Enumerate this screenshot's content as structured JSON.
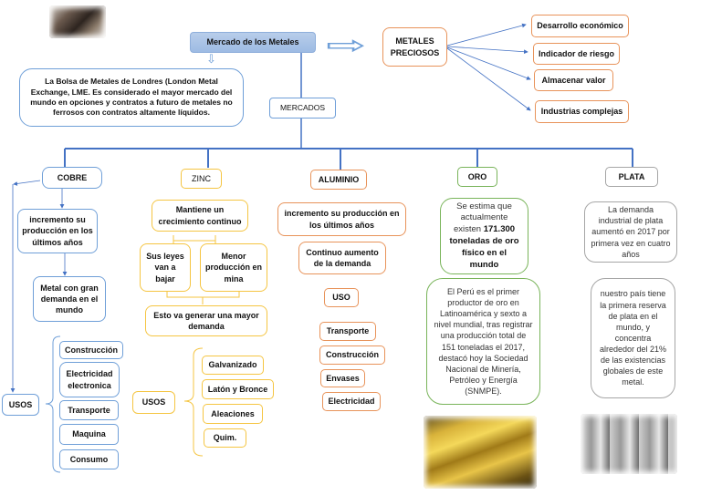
{
  "title": "Mercado de los Metales",
  "lme_description": "La Bolsa de Metales de Londres (London Metal Exchange, LME. Es considerado el mayor mercado del mundo en opciones y contratos a futuro de metales no ferrosos con contratos altamente líquidos.",
  "precious_metals": {
    "label": "METALES PRECIOSOS",
    "items": [
      "Desarrollo económico",
      "Indicador de riesgo",
      "Almacenar valor",
      "Industrias complejas"
    ]
  },
  "markets_label": "MERCADOS",
  "cobre": {
    "label": "COBRE",
    "fact1": "incremento su producción en los últimos años",
    "fact2": "Metal con gran demanda en el mundo",
    "uses_label": "USOS",
    "uses": [
      "Construcción",
      "Electricidad electronica",
      "Transporte",
      "Maquina",
      "Consumo"
    ]
  },
  "zinc": {
    "label": "ZINC",
    "fact1": "Mantiene un crecimiento continuo",
    "fact2a": "Sus leyes van a bajar",
    "fact2b": "Menor producción en mina",
    "fact3": "Esto va generar una mayor demanda",
    "uses_label": "USOS",
    "uses": [
      "Galvanizado",
      "Latón y Bronce",
      "Aleaciones",
      "Quim."
    ]
  },
  "aluminio": {
    "label": "ALUMINIO",
    "fact1": "incremento su producción en los últimos años",
    "fact2": "Continuo aumento de la demanda",
    "uses_label": "USO",
    "uses": [
      "Transporte",
      "Construcción",
      "Envases",
      "Electricidad"
    ]
  },
  "oro": {
    "label": "ORO",
    "fact1_pre": "Se estima que actualmente existen ",
    "fact1_bold": "171.300 toneladas de oro físico en el mundo",
    "fact2": "El Perú es el primer productor de oro en Latinoamérica y sexto a nivel mundial, tras registrar una producción total de 151 toneladas el 2017, destacó hoy la Sociedad Nacional de Minería, Petróleo y Energía (SNMPE)."
  },
  "plata": {
    "label": "PLATA",
    "fact1": "La demanda industrial de plata aumentó en 2017 por primera vez en cuatro años",
    "fact2": "nuestro país tiene la primera reserva de plata en el mundo, y concentra alrededor del 21% de las existencias globales de este metal."
  },
  "images": {
    "lme": "lme-building-photo",
    "gold": "gold-bars-photo",
    "silver": "silver-bars-photo"
  },
  "colors": {
    "connector": "#4472c4",
    "cobre": "#6f9fd8",
    "zinc": "#f5c542",
    "aluminio": "#e8935a",
    "oro": "#79b45a",
    "plata": "#a6a6a6"
  }
}
